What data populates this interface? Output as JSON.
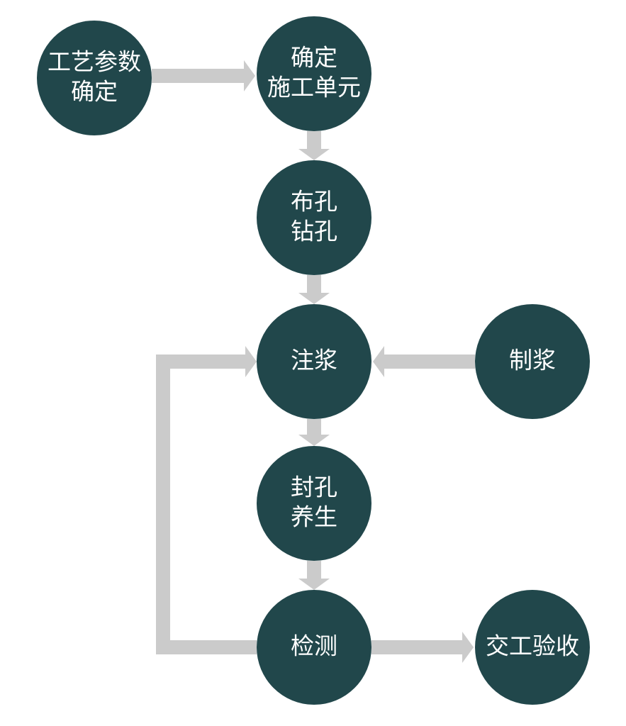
{
  "colors": {
    "node_fill": "#21474B",
    "node_text": "#FFFFFF",
    "arrow": "#CBCBCB",
    "background": "#FFFFFF"
  },
  "nodes": [
    {
      "id": "process-params",
      "lines": [
        "工艺参数",
        "确定"
      ]
    },
    {
      "id": "construction-unit",
      "lines": [
        "确定",
        "施工单元"
      ]
    },
    {
      "id": "layout-drilling",
      "lines": [
        "布孔",
        "钻孔"
      ]
    },
    {
      "id": "grouting",
      "lines": [
        "注浆"
      ]
    },
    {
      "id": "slurry-making",
      "lines": [
        "制浆"
      ]
    },
    {
      "id": "sealing-curing",
      "lines": [
        "封孔",
        "养生"
      ]
    },
    {
      "id": "inspection",
      "lines": [
        "检测"
      ]
    },
    {
      "id": "acceptance",
      "lines": [
        "交工验收"
      ]
    }
  ],
  "edges": [
    {
      "from": "process-params",
      "to": "construction-unit"
    },
    {
      "from": "construction-unit",
      "to": "layout-drilling"
    },
    {
      "from": "layout-drilling",
      "to": "grouting"
    },
    {
      "from": "slurry-making",
      "to": "grouting"
    },
    {
      "from": "grouting",
      "to": "sealing-curing"
    },
    {
      "from": "sealing-curing",
      "to": "inspection"
    },
    {
      "from": "inspection",
      "to": "acceptance"
    },
    {
      "from": "inspection",
      "to": "grouting",
      "route": "loop-left"
    }
  ]
}
